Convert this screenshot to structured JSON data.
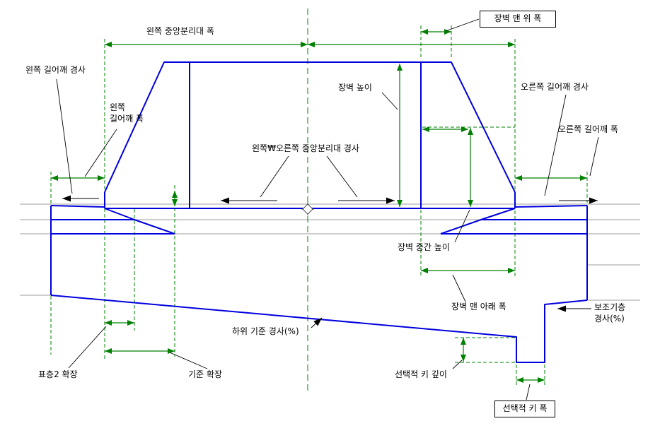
{
  "colors": {
    "template_blue": "#0000dd",
    "dimension_green": "#008000",
    "reference_gray": "#9c9c9c",
    "label_black": "#000000",
    "background": "#ffffff"
  },
  "icons": {
    "centerline_marker": "road-centerline-symbol",
    "dimension_arrow": "double-headed-arrow",
    "slope_arrow": "direction-arrow"
  },
  "labels": {
    "left_shoulder_slope": "왼쪽 길어깨 경사",
    "left_shoulder_width_line1": "왼쪽",
    "left_shoulder_width_line2": "길어깨 폭",
    "left_median_width": "왼쪽 중앙분리대 폭",
    "barrier_top_width": "장벽 맨 위 폭",
    "barrier_height": "장벽 높이",
    "right_shoulder_slope": "오른쪽 길어깨 경사",
    "right_shoulder_width": "오른쪽 길어깨 폭",
    "median_slope": "왼쪽₩오른쪽 중앙분리대 경사",
    "barrier_mid_height": "장벽 중간 높이",
    "barrier_bottom_width": "장벽 맨 아래 폭",
    "subgrade_slope": "하위 기준 경사(%)",
    "subbase_slope_line1": "보조기층",
    "subbase_slope_line2": "경사(%)",
    "surface2_extension": "표층2 확장",
    "base_extension": "기준 확장",
    "optional_key_depth": "선택적 키 깊이",
    "optional_key_width": "선택적 키 폭"
  }
}
